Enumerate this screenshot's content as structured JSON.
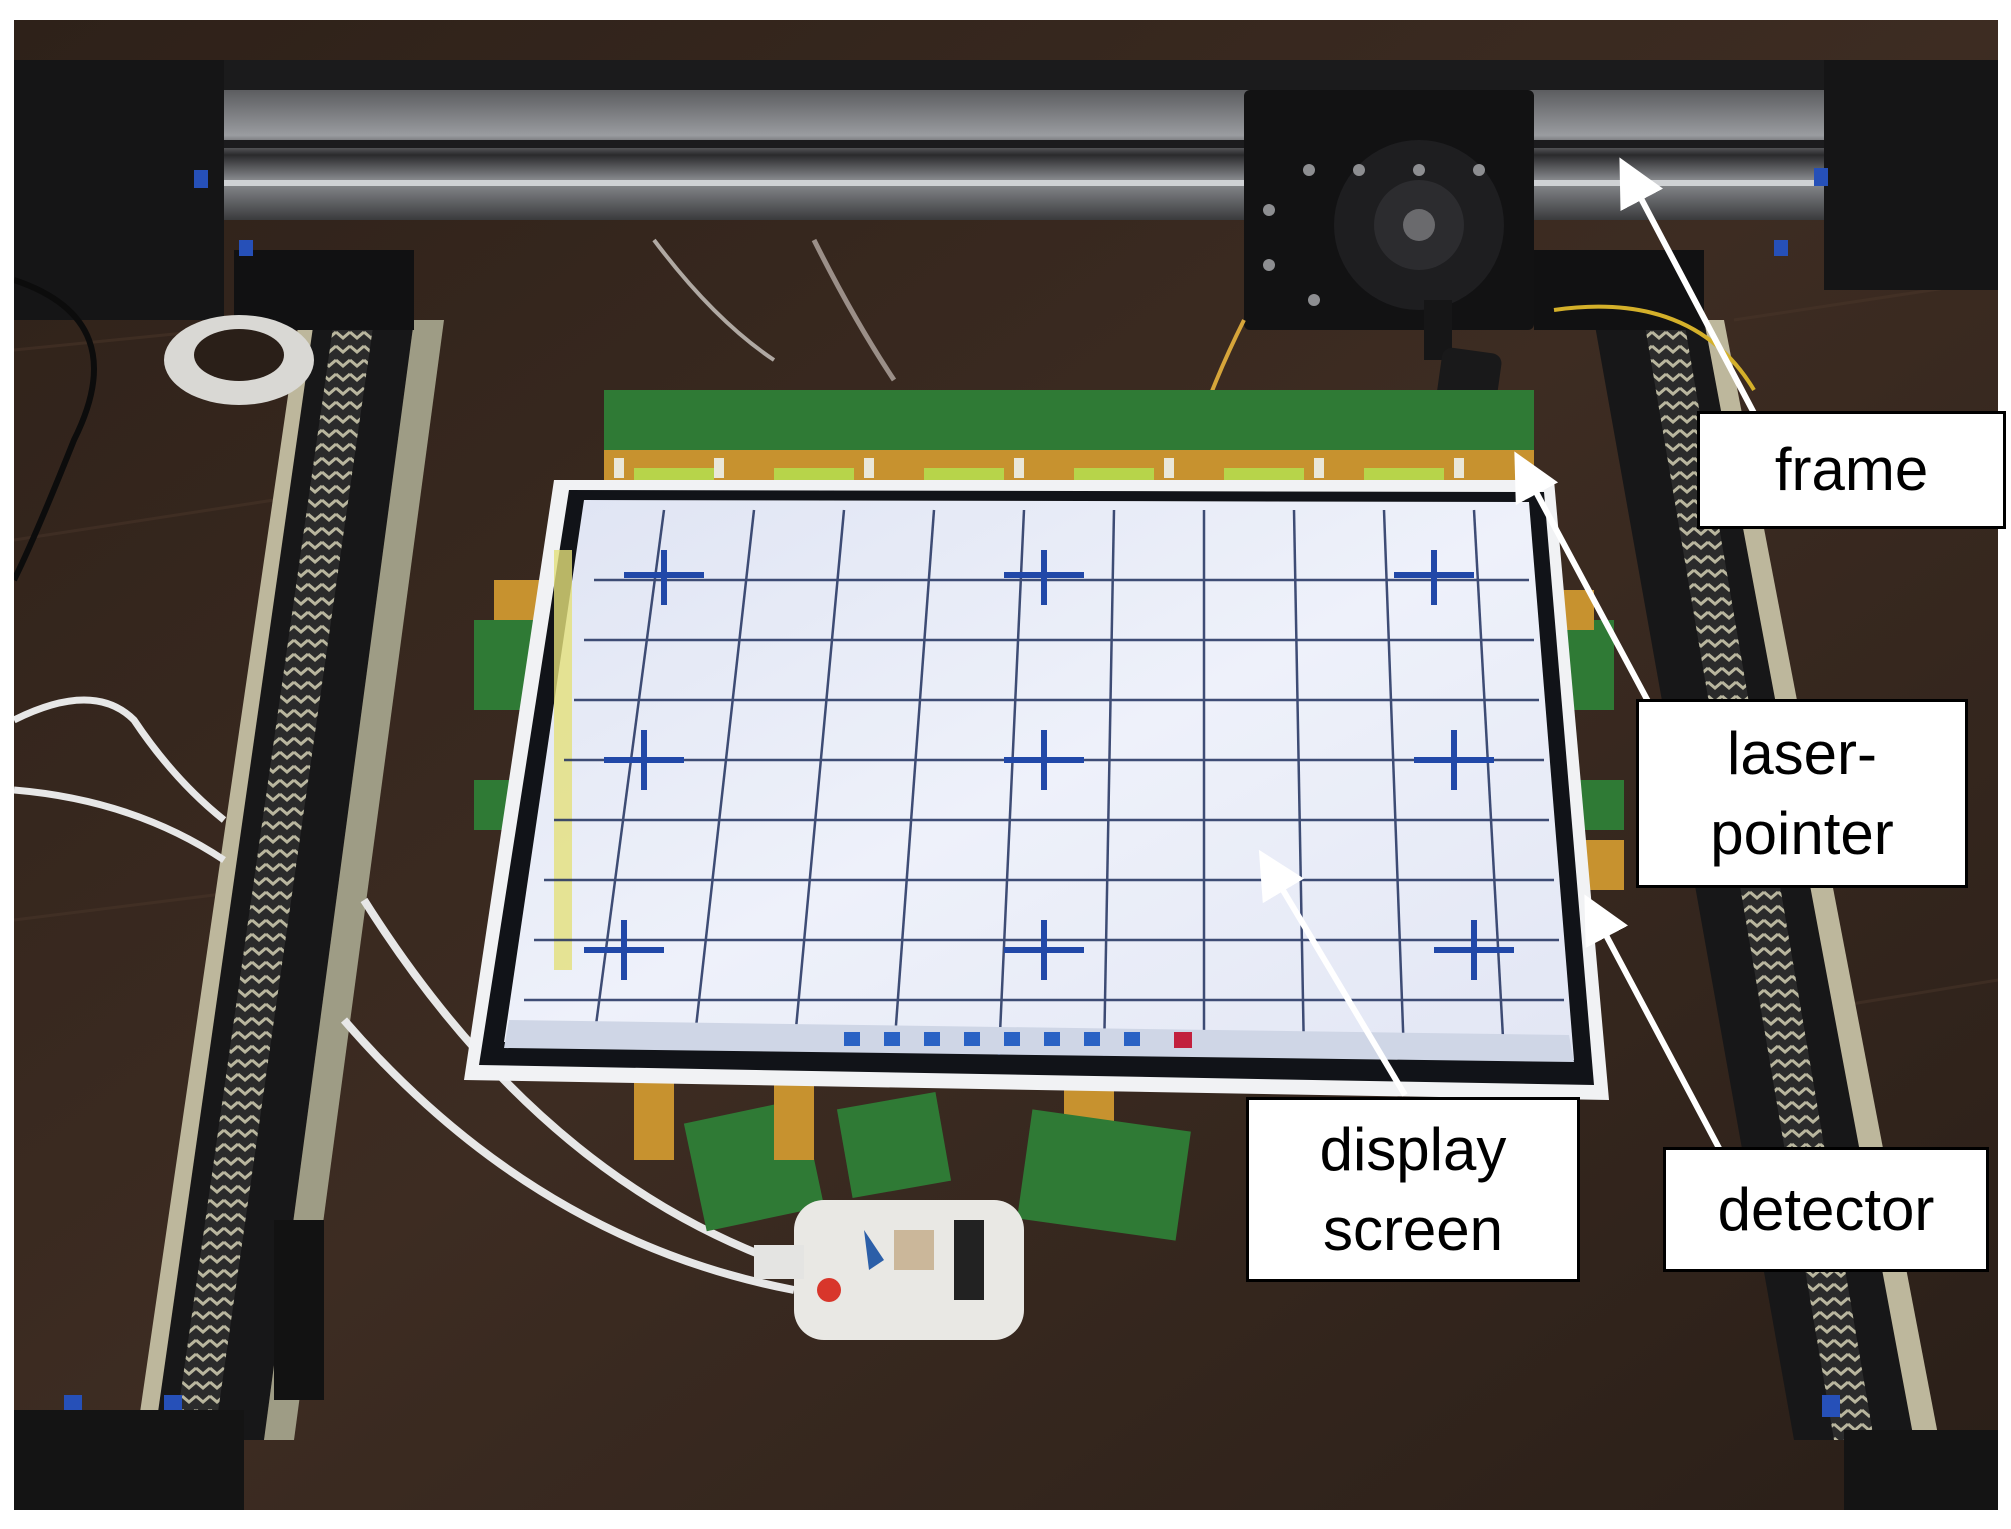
{
  "labels": {
    "frame": "frame",
    "laser_pointer": "laser-\npointer",
    "display_screen": "display\nscreen",
    "detector": "detector"
  },
  "colors": {
    "desk": "#3a2a20",
    "rail": "#1c1c1e",
    "screen": "#e6eaf6",
    "grid_line": "#20305e",
    "pcb": "#2f7a35",
    "flex_cable": "#c7922f",
    "arrow": "#ffffff"
  }
}
